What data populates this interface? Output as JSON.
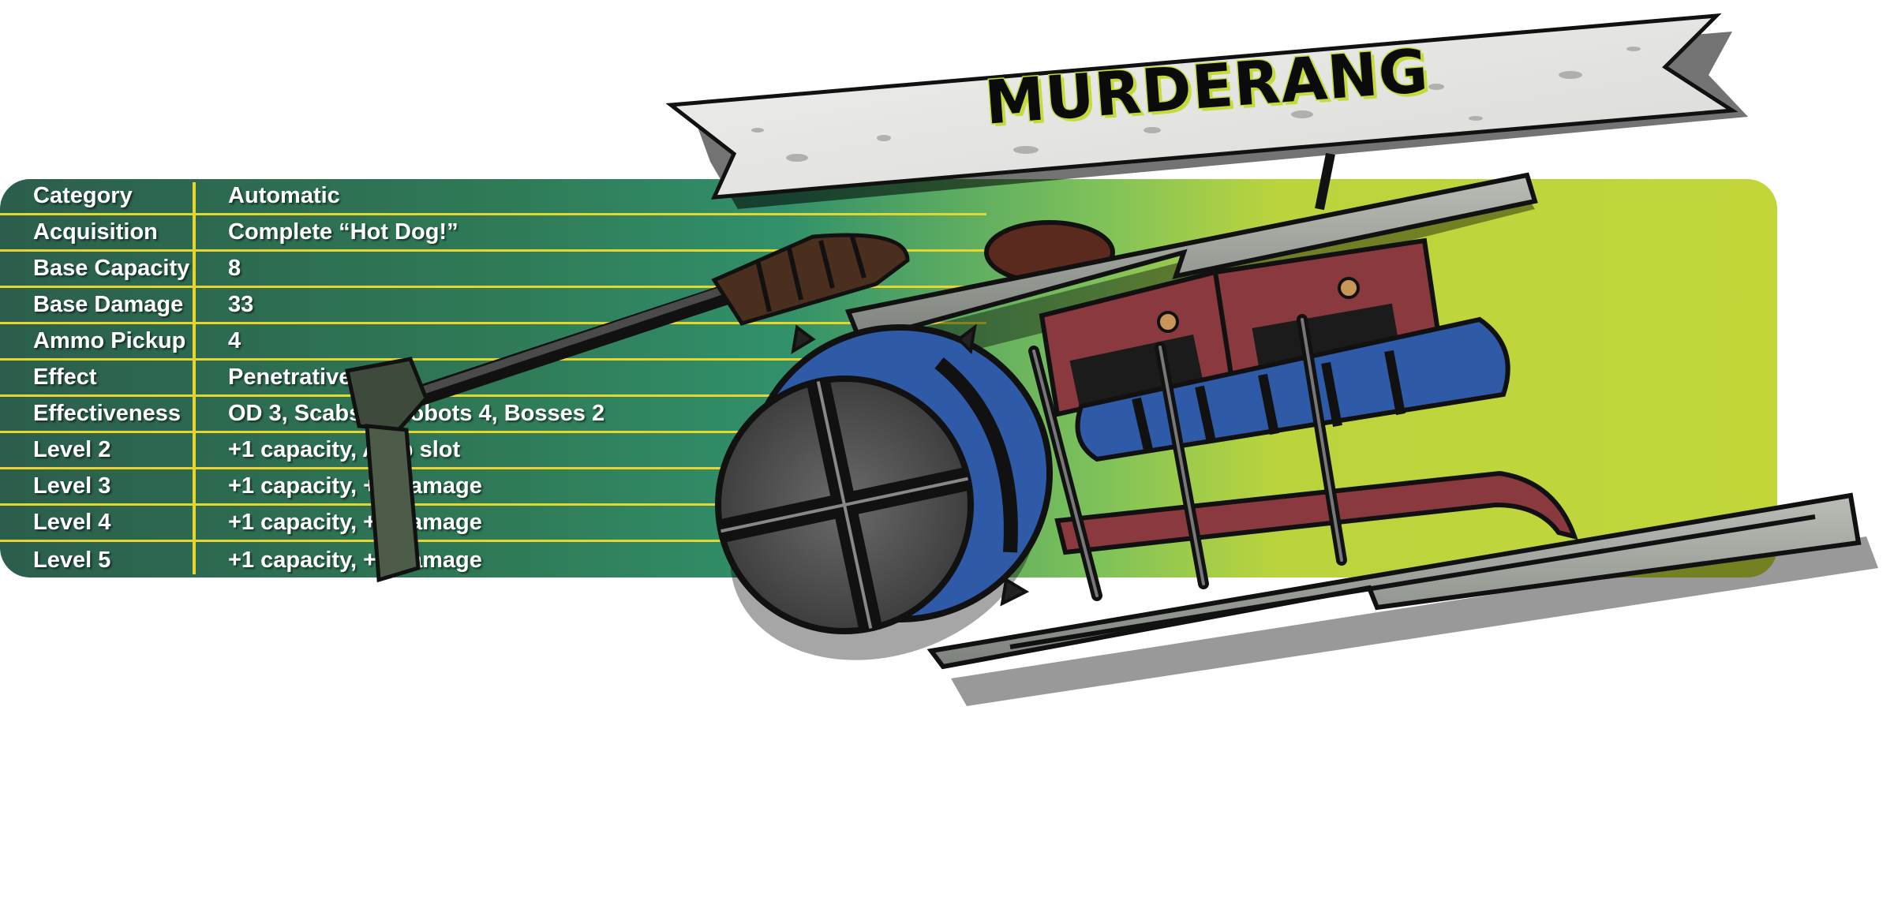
{
  "title": "MURDERANG",
  "stats": [
    {
      "label": "Category",
      "value": "Automatic"
    },
    {
      "label": "Acquisition",
      "value": "Complete “Hot Dog!”"
    },
    {
      "label": "Base Capacity",
      "value": "8"
    },
    {
      "label": "Base Damage",
      "value": "33"
    },
    {
      "label": "Ammo Pickup",
      "value": "4"
    },
    {
      "label": "Effect",
      "value": "Penetrative"
    },
    {
      "label": "Effectiveness",
      "value": "OD 3, Scabs 2, Robots 4, Bosses 2"
    },
    {
      "label": "Level 2",
      "value": "+1 capacity, Amp slot"
    },
    {
      "label": "Level 3",
      "value": "+1 capacity, +5 damage"
    },
    {
      "label": "Level 4",
      "value": "+1 capacity, +6 damage"
    },
    {
      "label": "Level 5",
      "value": "+1 capacity, +6 damage"
    }
  ],
  "colors": {
    "panel_dark_green": "#2b5e4c",
    "panel_lime": "#c2d63a",
    "divider_yellow": "#e7d52e",
    "drum_blue": "#2f5aa8",
    "motor_red": "#8a3a3e"
  }
}
